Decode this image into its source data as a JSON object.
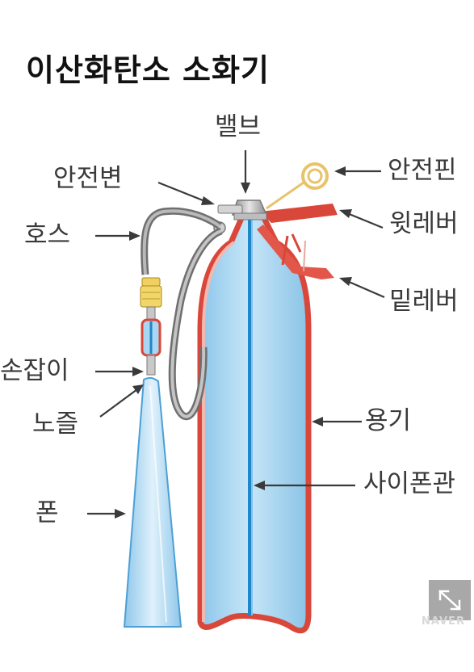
{
  "title": "이산화탄소 소화기",
  "labels": {
    "valve": "밸브",
    "safety_valve": "안전변",
    "safety_pin": "안전핀",
    "upper_lever": "윗레버",
    "lower_lever": "밑레버",
    "hose": "호스",
    "handle": "손잡이",
    "nozzle": "노즐",
    "horn": "폰",
    "cylinder": "용기",
    "siphon_tube": "사이폰관"
  },
  "watermark": "NAVER",
  "colors": {
    "cylinder_fill": "#a9d6f0",
    "cylinder_outline": "#d9473a",
    "tube": "#1f86c9",
    "hose": "#8c8c8c",
    "lever": "#d9473a",
    "label_text": "#3a3a3a",
    "title_text": "#111111"
  }
}
